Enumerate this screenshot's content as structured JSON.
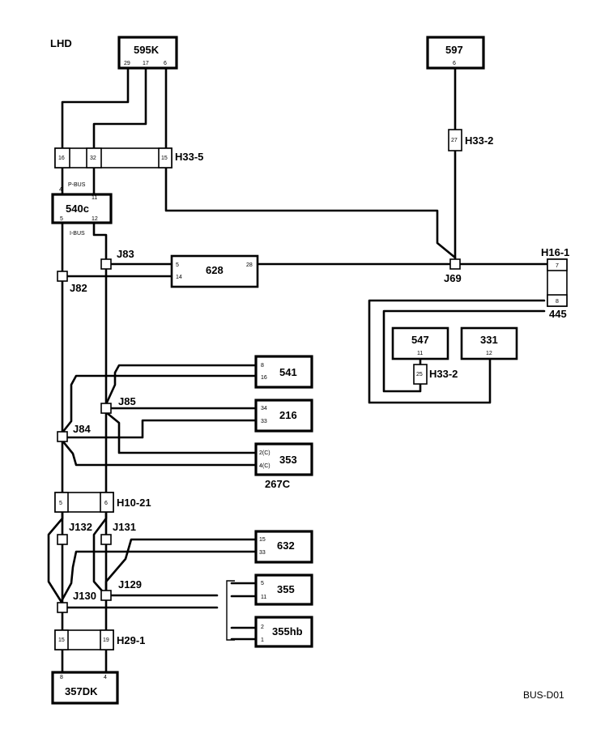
{
  "corner_label": "LHD",
  "footer_code": "BUS-D01",
  "components": {
    "c595K": {
      "name": "595K",
      "pins": [
        "29",
        "17",
        "6"
      ]
    },
    "c597": {
      "name": "597",
      "pins": [
        "6"
      ]
    },
    "c540c": {
      "name": "540c",
      "pins_top": [
        "4",
        "11"
      ],
      "pins_bottom": [
        "5",
        "12"
      ]
    },
    "c628": {
      "name": "628",
      "pins": [
        "5",
        "14",
        "28"
      ]
    },
    "c547": {
      "name": "547",
      "pins": [
        "11"
      ]
    },
    "c331": {
      "name": "331",
      "pins": [
        "12"
      ]
    },
    "c541": {
      "name": "541",
      "pins": [
        "8",
        "16"
      ]
    },
    "c216": {
      "name": "216",
      "pins": [
        "34",
        "33"
      ]
    },
    "c353": {
      "name": "353",
      "pins": [
        "2(C)",
        "4(C)"
      ],
      "sub": "267C"
    },
    "c632": {
      "name": "632",
      "pins": [
        "15",
        "33"
      ]
    },
    "c355": {
      "name": "355",
      "pins": [
        "5",
        "11"
      ]
    },
    "c355hb": {
      "name": "355hb",
      "pins": [
        "2",
        "1"
      ]
    },
    "c357DK": {
      "name": "357DK",
      "pins": [
        "8",
        "4"
      ]
    }
  },
  "connectors": {
    "H33_5": {
      "name": "H33-5",
      "pins": [
        "16",
        "32",
        "15"
      ]
    },
    "H33_2a": {
      "name": "H33-2",
      "pin": "27"
    },
    "H33_2b": {
      "name": "H33-2",
      "pin": "25"
    },
    "H16_1": {
      "name": "H16-1",
      "pins": [
        "7",
        "8"
      ],
      "sub": "445"
    },
    "H10_21": {
      "name": "H10-21",
      "pins": [
        "5",
        "6"
      ]
    },
    "H29_1": {
      "name": "H29-1",
      "pins": [
        "15",
        "19"
      ]
    }
  },
  "junctions": {
    "J82": "J82",
    "J83": "J83",
    "J84": "J84",
    "J85": "J85",
    "J69": "J69",
    "J129": "J129",
    "J130": "J130",
    "J131": "J131",
    "J132": "J132"
  },
  "bus_labels": {
    "pbus": "P-BUS",
    "ibus": "I-BUS"
  }
}
